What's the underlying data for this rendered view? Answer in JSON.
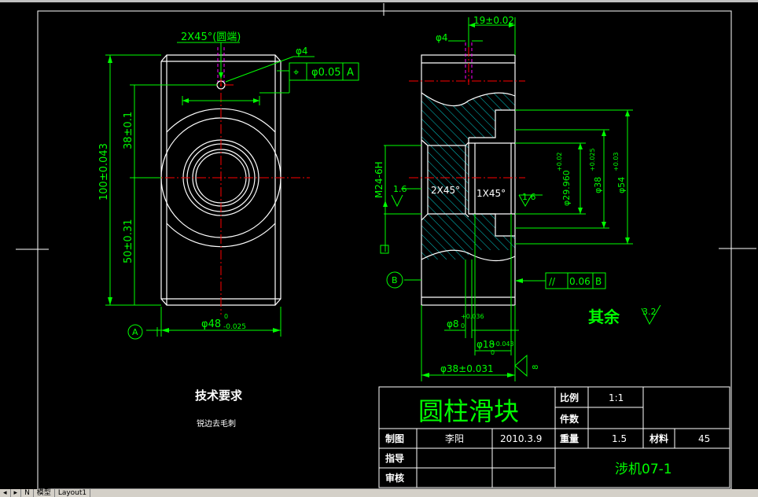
{
  "drawing": {
    "chamfer_note": "2X45°(圆端)",
    "hole_dia_top": "φ4",
    "tol_frame_a": {
      "symbol": "⌖",
      "value": "φ0.05",
      "datum": "A"
    },
    "dim_100": "100±0.043",
    "dim_38": "38±0.1",
    "dim_50": "50±0.31",
    "dim_48_main": "φ48",
    "dim_48_upper": "0",
    "dim_48_lower": "-0.025",
    "datum_a": "A",
    "side_phi4": "φ4",
    "dim_19": "19±0.02",
    "thread": "M24-6H",
    "rough_16_left": "1.6",
    "chamfer_2x45": "2X45°",
    "chamfer_1x45": "1X45°",
    "rough_16_right": "1.6",
    "dim_29": "φ29.960",
    "dim_29_tol": "+0.02",
    "dim_38_right": "φ38",
    "dim_38_right_tol": "+0.025",
    "dim_54": "φ54",
    "dim_54_tol": "+0.03",
    "datum_b": "B",
    "parallel_frame": {
      "symbol": "//",
      "value": "0.06",
      "datum": "B"
    },
    "rest_label": "其余",
    "rest_rough": "3.2",
    "dim_8": "φ8",
    "dim_8_tol": "+0.036",
    "dim_8_base": "0",
    "dim_18": "φ18",
    "dim_18_tol": "+0.043",
    "dim_18_base": "0",
    "dim_38_bottom": "φ38±0.031",
    "dim_8_rough": "8",
    "tech_title": "技术要求",
    "tech_note": "锐边去毛刺"
  },
  "title_block": {
    "part_name": "圆柱滑块",
    "scale_label": "比例",
    "scale_value": "1:1",
    "count_label": "件数",
    "drawn_label": "制图",
    "drawn_by": "李阳",
    "date": "2010.3.9",
    "weight_label": "重量",
    "weight_value": "1.5",
    "material_label": "材料",
    "material_value": "45",
    "guide_label": "指导",
    "review_label": "审核",
    "class_code": "涉机07-1"
  },
  "tabs": [
    "◂",
    "▸",
    "N",
    "模型",
    "Layout1"
  ],
  "colors": {
    "background": "#000000",
    "outline": "#ffffff",
    "dimension": "#00ff00",
    "centerline": "#ff0000",
    "hidden": "#ff00ff",
    "hatch": "#00ffff"
  }
}
